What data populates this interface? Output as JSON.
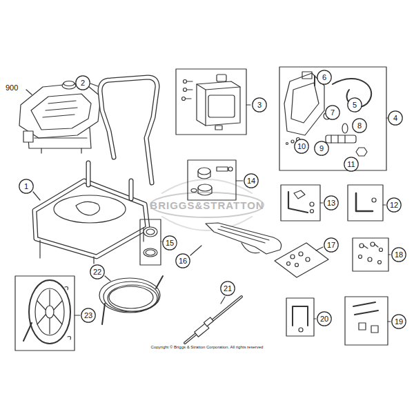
{
  "diagram": {
    "nodes": [
      {
        "text": [
          "2"
        ]
      },
      {
        "text": [
          "3"
        ]
      },
      {
        "text": [
          "6"
        ]
      },
      {
        "text": [
          "4"
        ]
      },
      {
        "text": [
          "5"
        ]
      },
      {
        "text": [
          "7"
        ]
      },
      {
        "text": [
          "8"
        ]
      },
      {
        "text": [
          "10"
        ]
      },
      {
        "text": [
          "9"
        ]
      },
      {
        "text": [
          "11"
        ]
      },
      {
        "text": [
          "1"
        ]
      },
      {
        "text": [
          "14"
        ]
      },
      {
        "text": [
          "13"
        ]
      },
      {
        "text": [
          "12"
        ]
      },
      {
        "text": [
          "15"
        ]
      },
      {
        "text": [
          "16"
        ]
      },
      {
        "text": [
          "17"
        ]
      },
      {
        "text": [
          "18"
        ]
      },
      {
        "text": [
          "22"
        ]
      },
      {
        "text": [
          "21"
        ]
      },
      {
        "text": [
          "23"
        ]
      },
      {
        "text": [
          "20"
        ]
      },
      {
        "text": [
          "19"
        ]
      }
    ],
    "labels": [
      "900",
      "BRIGGS&STRATTON",
      "Copyright © Briggs & Stratton Corporation. All rights reserved"
    ]
  }
}
